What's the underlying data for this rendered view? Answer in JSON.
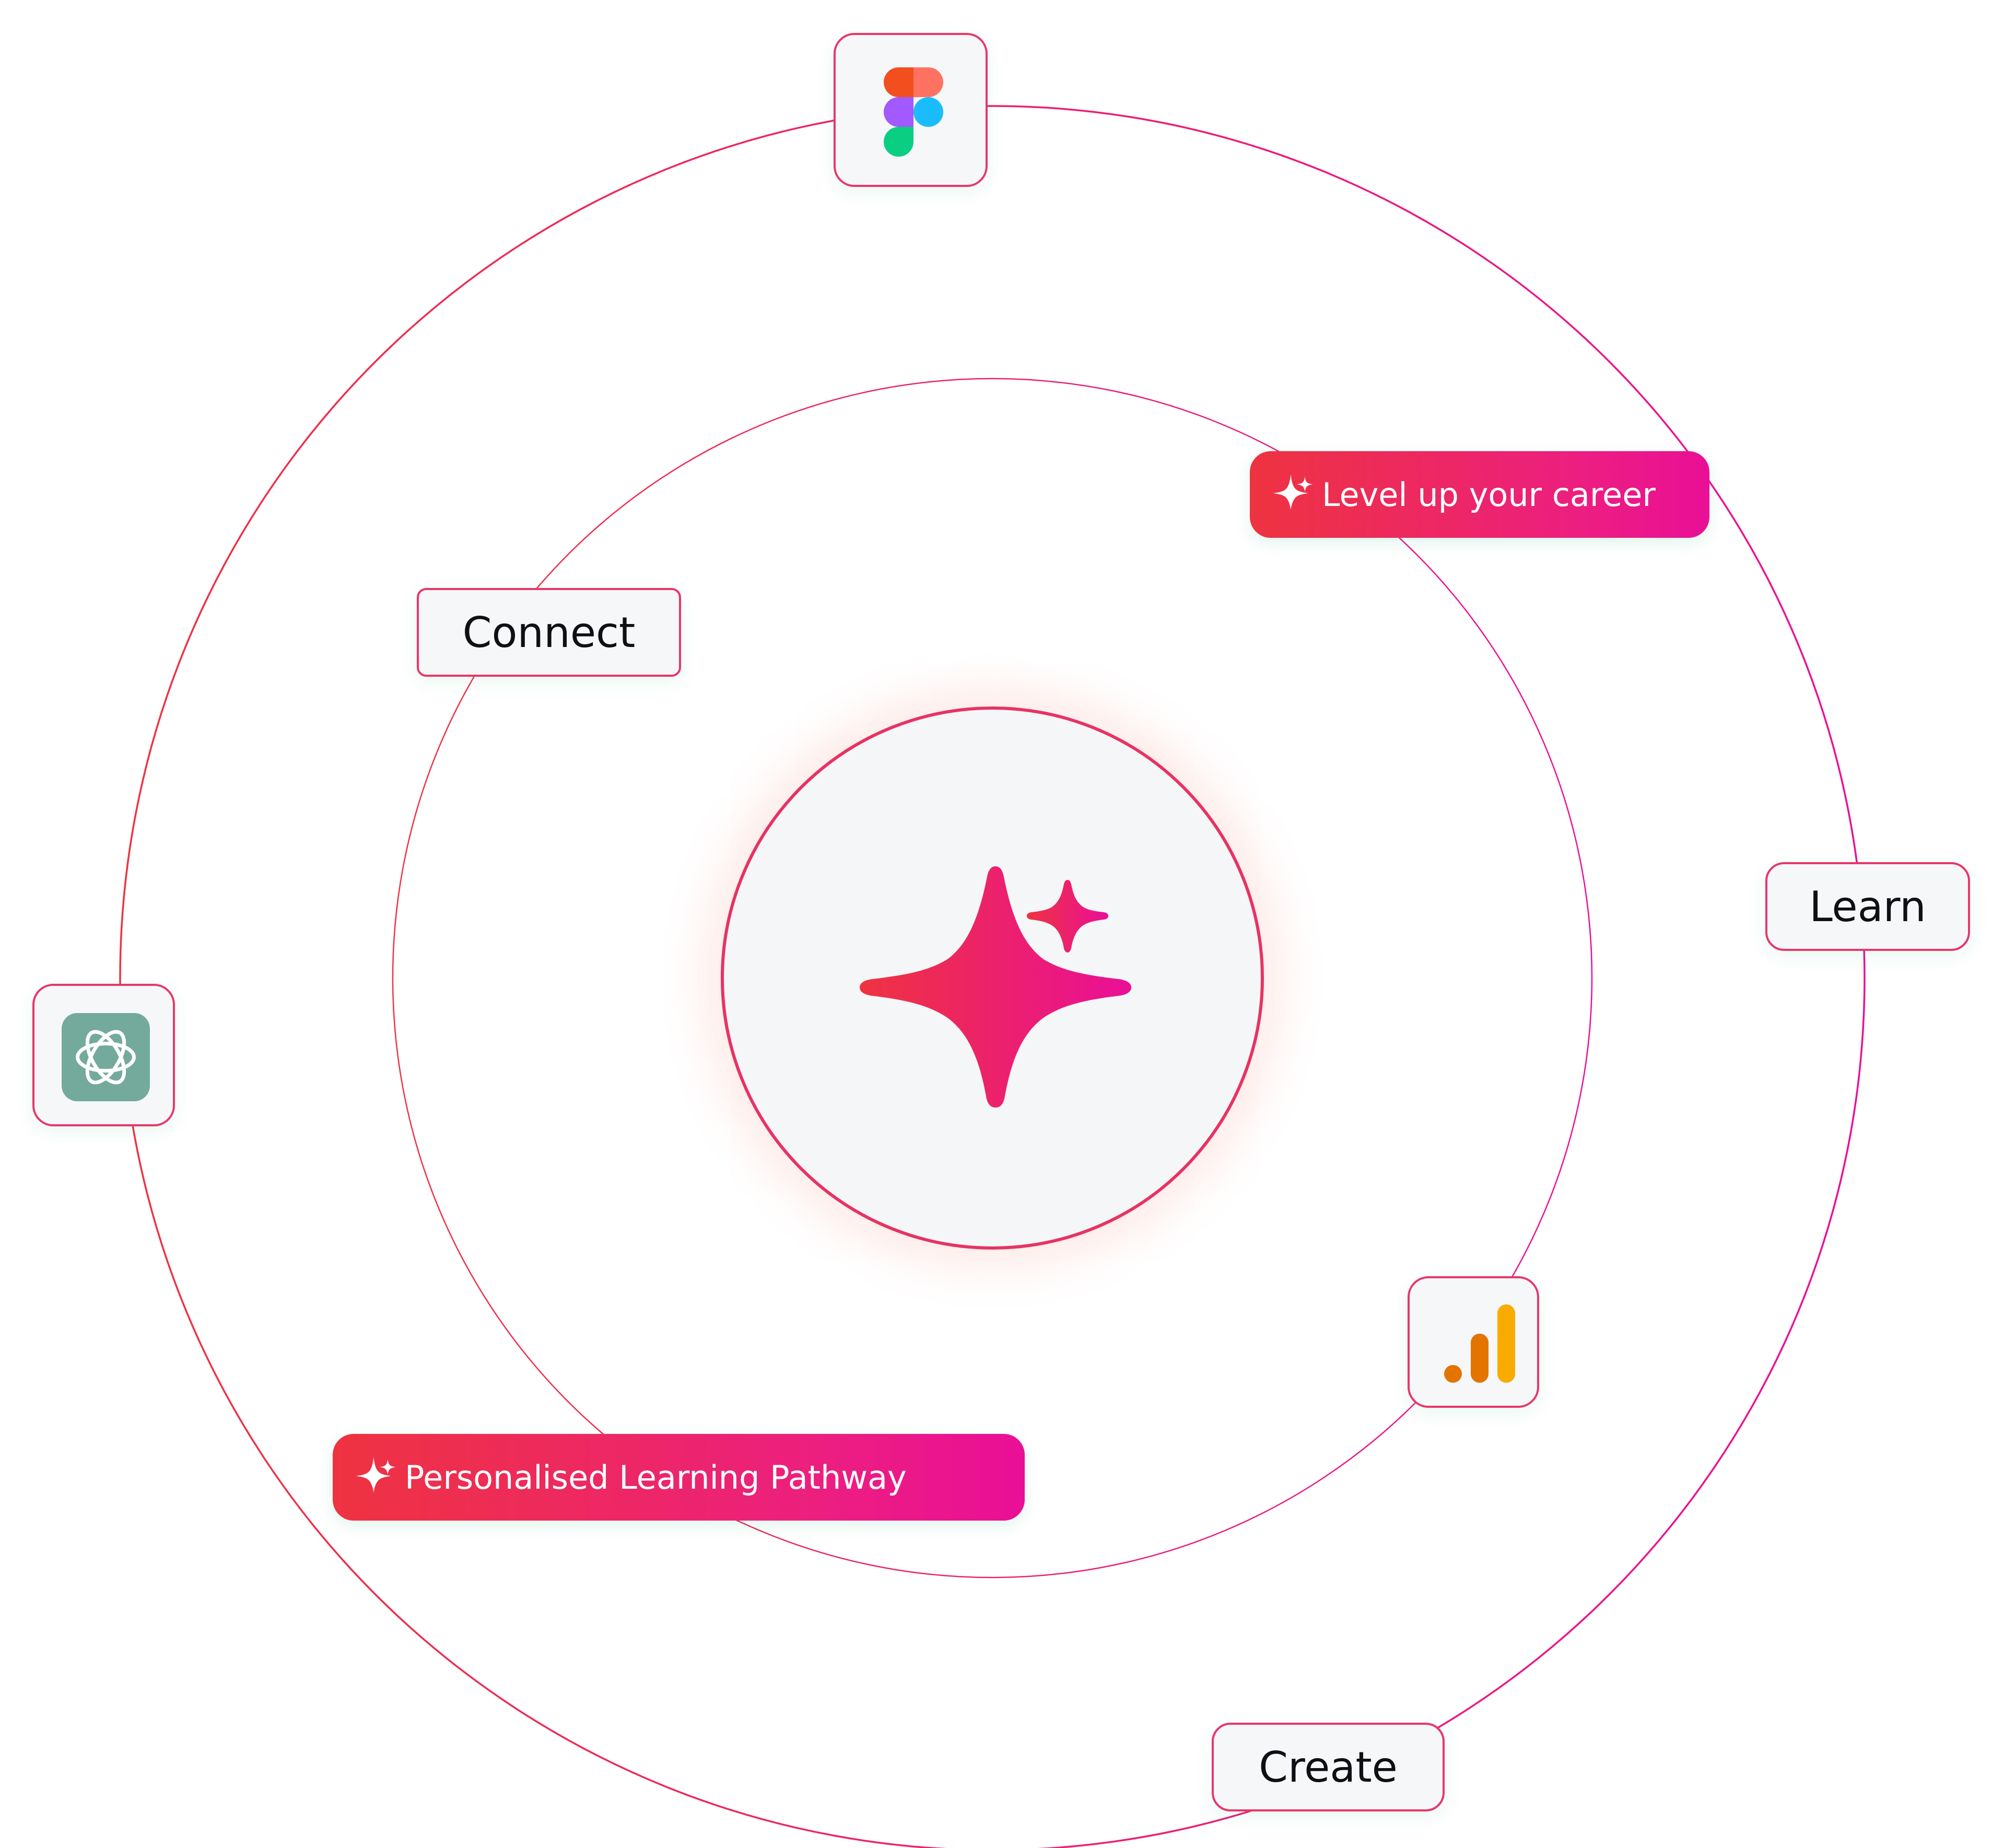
{
  "labels": {
    "connect": "Connect",
    "learn": "Learn",
    "create": "Create"
  },
  "tags": {
    "career": "Level up your career",
    "pathway": "Personalised Learning Pathway"
  },
  "icons": {
    "center": "sparkle-icon",
    "tag_icon": "sparkle-icon",
    "figma": "figma-icon",
    "openai": "openai-icon",
    "analytics": "analytics-icon"
  },
  "colors": {
    "accent_start": "#ee3340",
    "accent_end": "#ea0f97",
    "surface": "#f5f6f8",
    "text": "#0f0f14",
    "openai_green": "#74aa9c",
    "figma": [
      "#f24e1e",
      "#ff7262",
      "#a259ff",
      "#1abcfe",
      "#0acf83"
    ],
    "analytics": [
      "#e37400",
      "#f9ab00"
    ]
  }
}
